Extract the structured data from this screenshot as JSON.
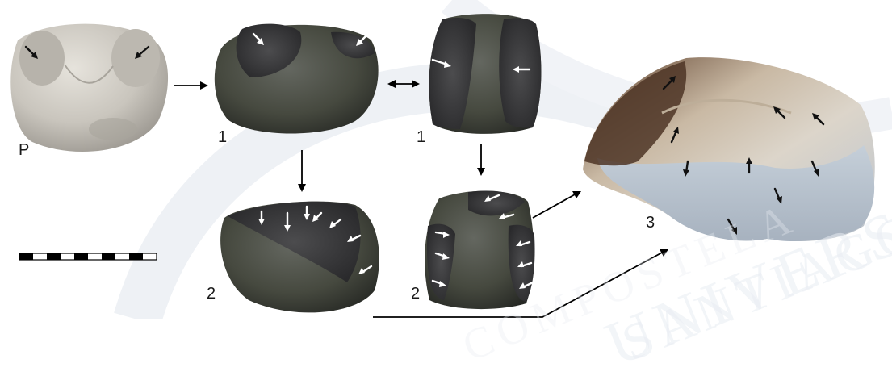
{
  "figure": {
    "labels": {
      "p": "P",
      "stone_1a": "1",
      "stone_1b": "1",
      "stone_2a": "2",
      "stone_2b": "2",
      "stone_3": "3"
    }
  },
  "watermark": {
    "line_1": "UNIVERSIDADE",
    "line_2": "SANTIAGO",
    "line_3": "COMPOSTELA"
  }
}
